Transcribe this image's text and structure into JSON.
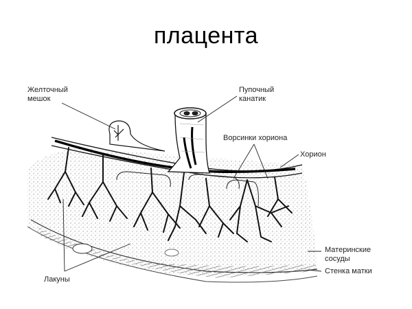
{
  "title": "плацента",
  "labels": {
    "yolk_sac": [
      "Желточный",
      "мешок"
    ],
    "umbilical_cord": [
      "Пупочный",
      "канатик"
    ],
    "chorionic_villi": "Ворсинки хориона",
    "chorion": "Хорион",
    "maternal_vessels": [
      "Материнские",
      "сосуды"
    ],
    "uterine_wall": "Стенка матки",
    "lacunae": "Лакуны"
  },
  "colors": {
    "ink": "#111111",
    "label": "#222222",
    "tissue": "#d8d8d8",
    "background": "#ffffff"
  }
}
